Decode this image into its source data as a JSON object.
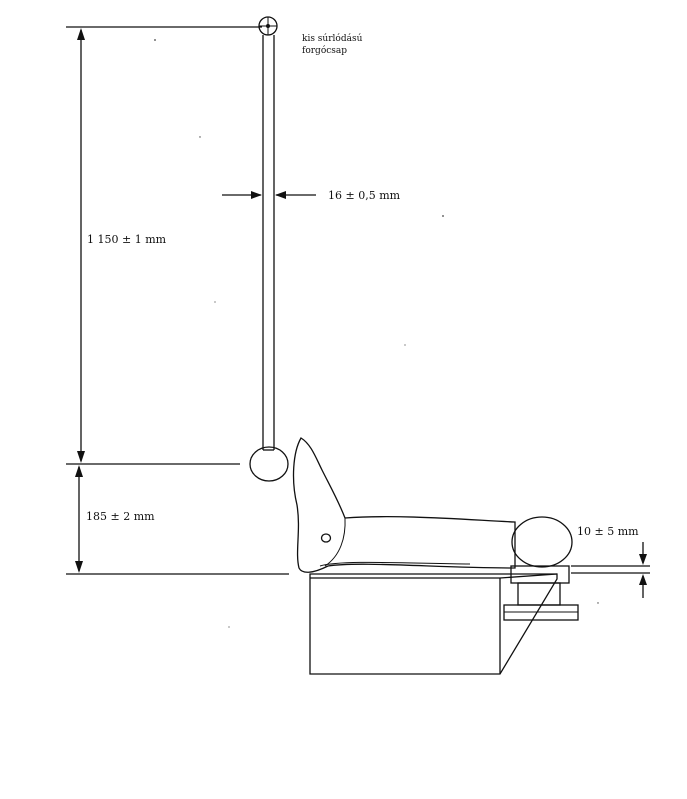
{
  "labels": {
    "pivot_line1": "kis súrlódású",
    "pivot_line2": "forgócsap",
    "rod_width": "16 ± 0,5 mm",
    "pendulum_length": "1 150 ± 1 mm",
    "impact_height": "185 ± 2 mm",
    "clearance": "10 ± 5 mm"
  }
}
